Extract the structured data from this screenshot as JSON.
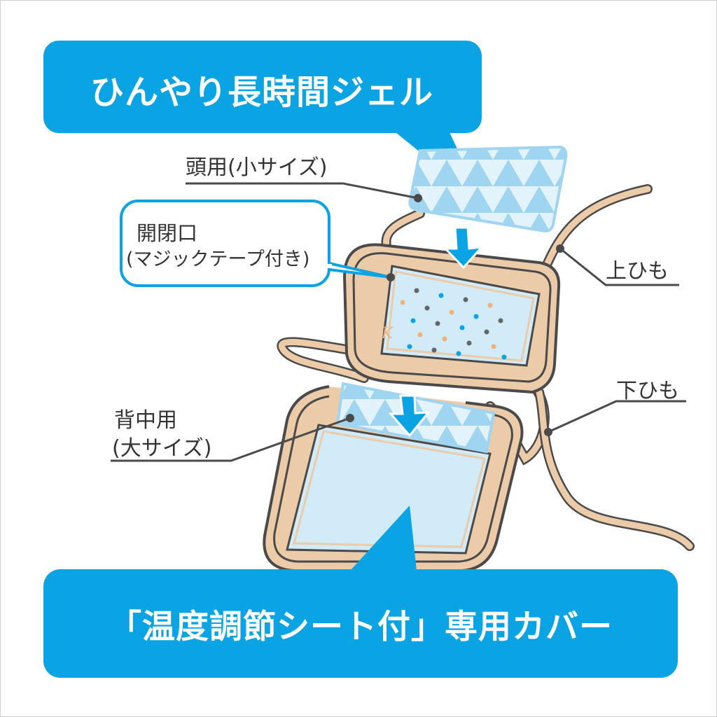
{
  "top_callout": {
    "text": "ひんやり長時間ジェル"
  },
  "bottom_callout": {
    "text": "「温度調節シート付」専用カバー"
  },
  "labels": {
    "head_gel": "頭用(小サイズ)",
    "opening_line1": "開閉口",
    "opening_line2": "(マジックテープ付き)",
    "top_strap": "上ひも",
    "bottom_strap": "下ひも",
    "back_gel_line1": "背中用",
    "back_gel_line2": "(大サイズ)"
  },
  "colors": {
    "accent_blue": "#0aa4e4",
    "cover_tan": "#eccba8",
    "cover_outline": "#4a4a4a",
    "gel_light_blue": "#d2ebf8",
    "text_dark": "#333333"
  }
}
